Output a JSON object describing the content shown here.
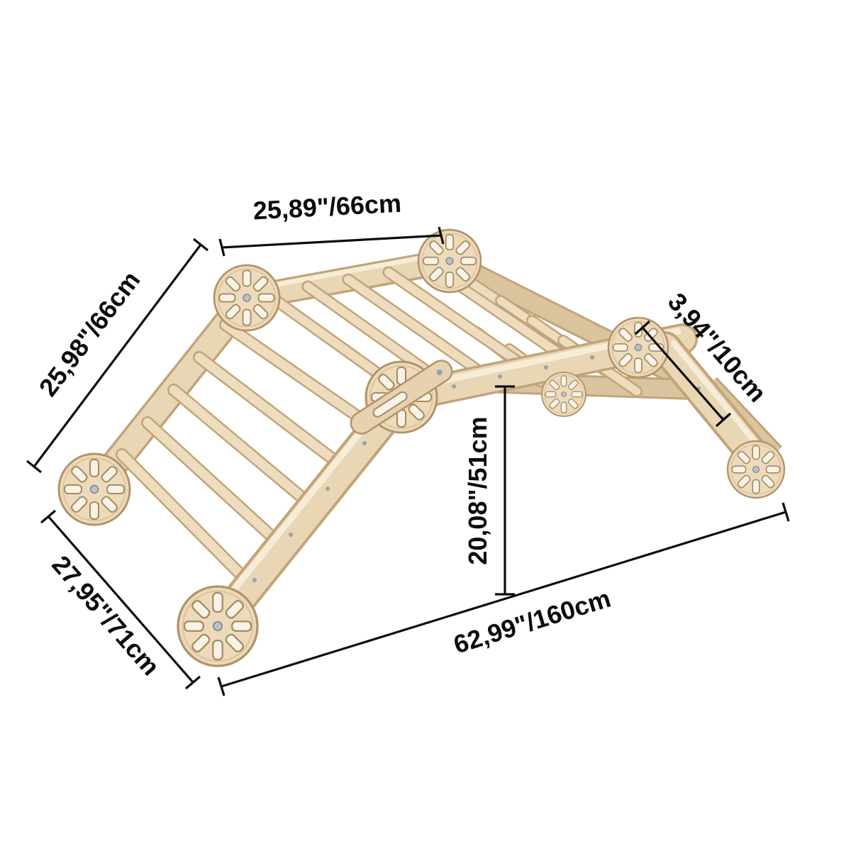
{
  "image": {
    "background": "#ffffff"
  },
  "palette": {
    "wood_light": "#f2e6cc",
    "wood_mid": "#e9d6b5",
    "wood_shadow": "#c2a478",
    "dimension_lines": "#0d0d0d"
  },
  "dimensions": {
    "top_edge": "25,89\"/66cm",
    "left_slope": "25,98\"/66cm",
    "front_left_edge": "27,95\"/71cm",
    "ramp_width": "3,94\"/10cm",
    "height": "20,08\"/51cm",
    "base_length": "62,99\"/160cm"
  }
}
